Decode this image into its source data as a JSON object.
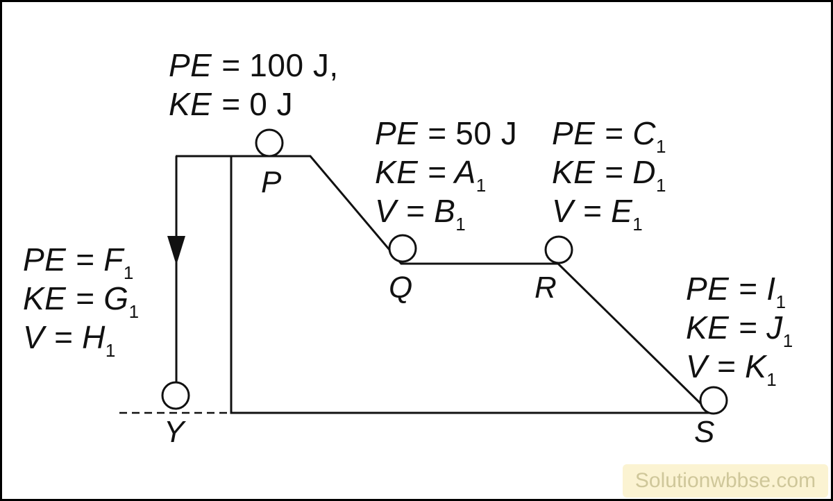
{
  "labels": {
    "P": {
      "pe_name": "PE = ",
      "pe_val": "100 J,",
      "ke_name": "KE = ",
      "ke_val": "0 J"
    },
    "Q": {
      "pe_name": "PE = ",
      "pe_val": "50 J",
      "ke_name": "KE = ",
      "ke_sym": "A",
      "ke_sub": "1",
      "v_name": "V = ",
      "v_sym": "B",
      "v_sub": "1"
    },
    "R": {
      "pe_name": "PE = ",
      "pe_sym": "C",
      "pe_sub": "1",
      "ke_name": "KE = ",
      "ke_sym": "D",
      "ke_sub": "1",
      "v_name": "V = ",
      "v_sym": "E",
      "v_sub": "1"
    },
    "S": {
      "pe_name": "PE = ",
      "pe_sym": "I",
      "pe_sub": "1",
      "ke_name": "KE = ",
      "ke_sym": "J",
      "ke_sub": "1",
      "v_name": "V = ",
      "v_sym": "K",
      "v_sub": "1"
    },
    "Y": {
      "pe_name": "PE = ",
      "pe_sym": "F",
      "pe_sub": "1",
      "ke_name": "KE = ",
      "ke_sym": "G",
      "ke_sub": "1",
      "v_name": "V = ",
      "v_sym": "H",
      "v_sub": "1"
    }
  },
  "points": {
    "P": "P",
    "Q": "Q",
    "R": "R",
    "S": "S",
    "Y": "Y"
  },
  "watermark": "Solutionwbbse.com",
  "colors": {
    "ink": "#111111",
    "watermark_bg": "#fbf3d2",
    "watermark_text": "#cfc79a"
  }
}
